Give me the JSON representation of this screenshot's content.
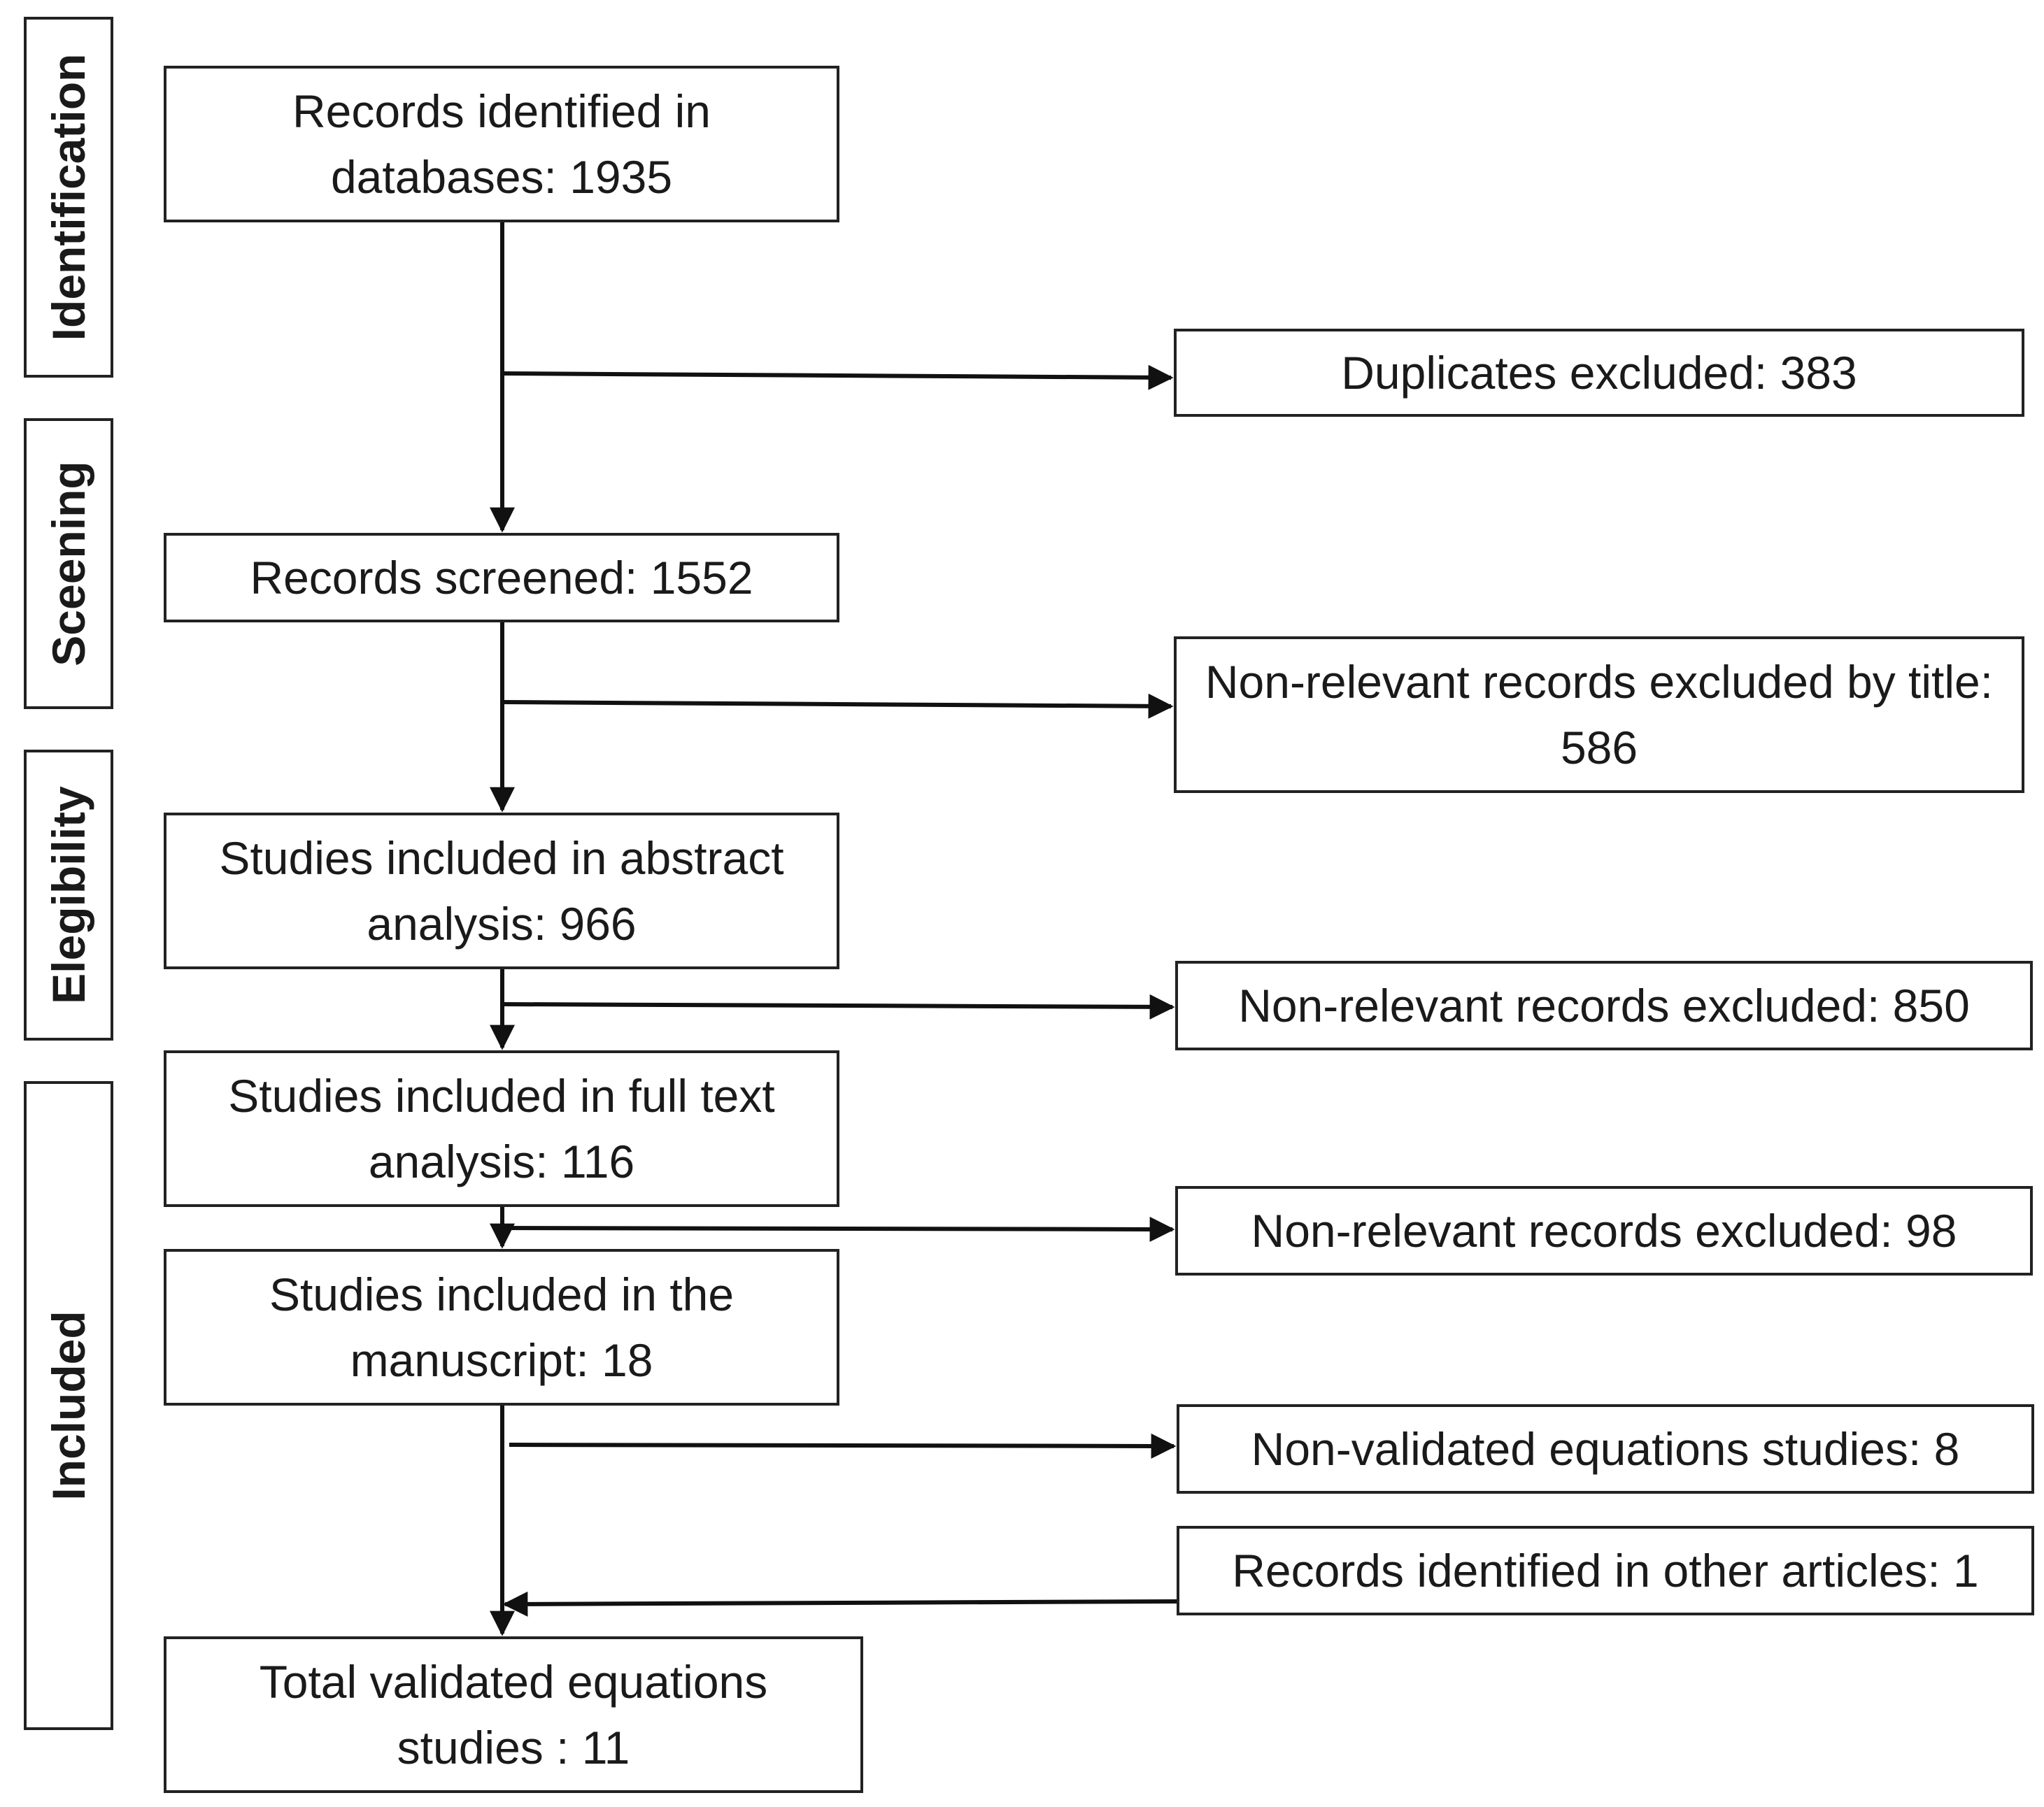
{
  "phases": {
    "identification": "Identification",
    "screening": "Sceening",
    "eligibility": "Elegibility",
    "included": "Included"
  },
  "main": {
    "identified": "Records identified in databases: 1935",
    "screened": "Records screened: 1552",
    "abstract": "Studies included in abstract analysis: 966",
    "fulltext": "Studies included in full text analysis: 116",
    "manuscript": "Studies included in the manuscript: 18",
    "total": "Total validated equations studies : 11"
  },
  "side": {
    "duplicates": "Duplicates excluded: 383",
    "title_excluded": "Non-relevant records excluded by title: 586",
    "excluded_850": "Non-relevant records excluded: 850",
    "excluded_98": "Non-relevant records excluded: 98",
    "non_validated": "Non-validated equations studies: 8",
    "other_articles": "Records identified in other articles: 1"
  }
}
